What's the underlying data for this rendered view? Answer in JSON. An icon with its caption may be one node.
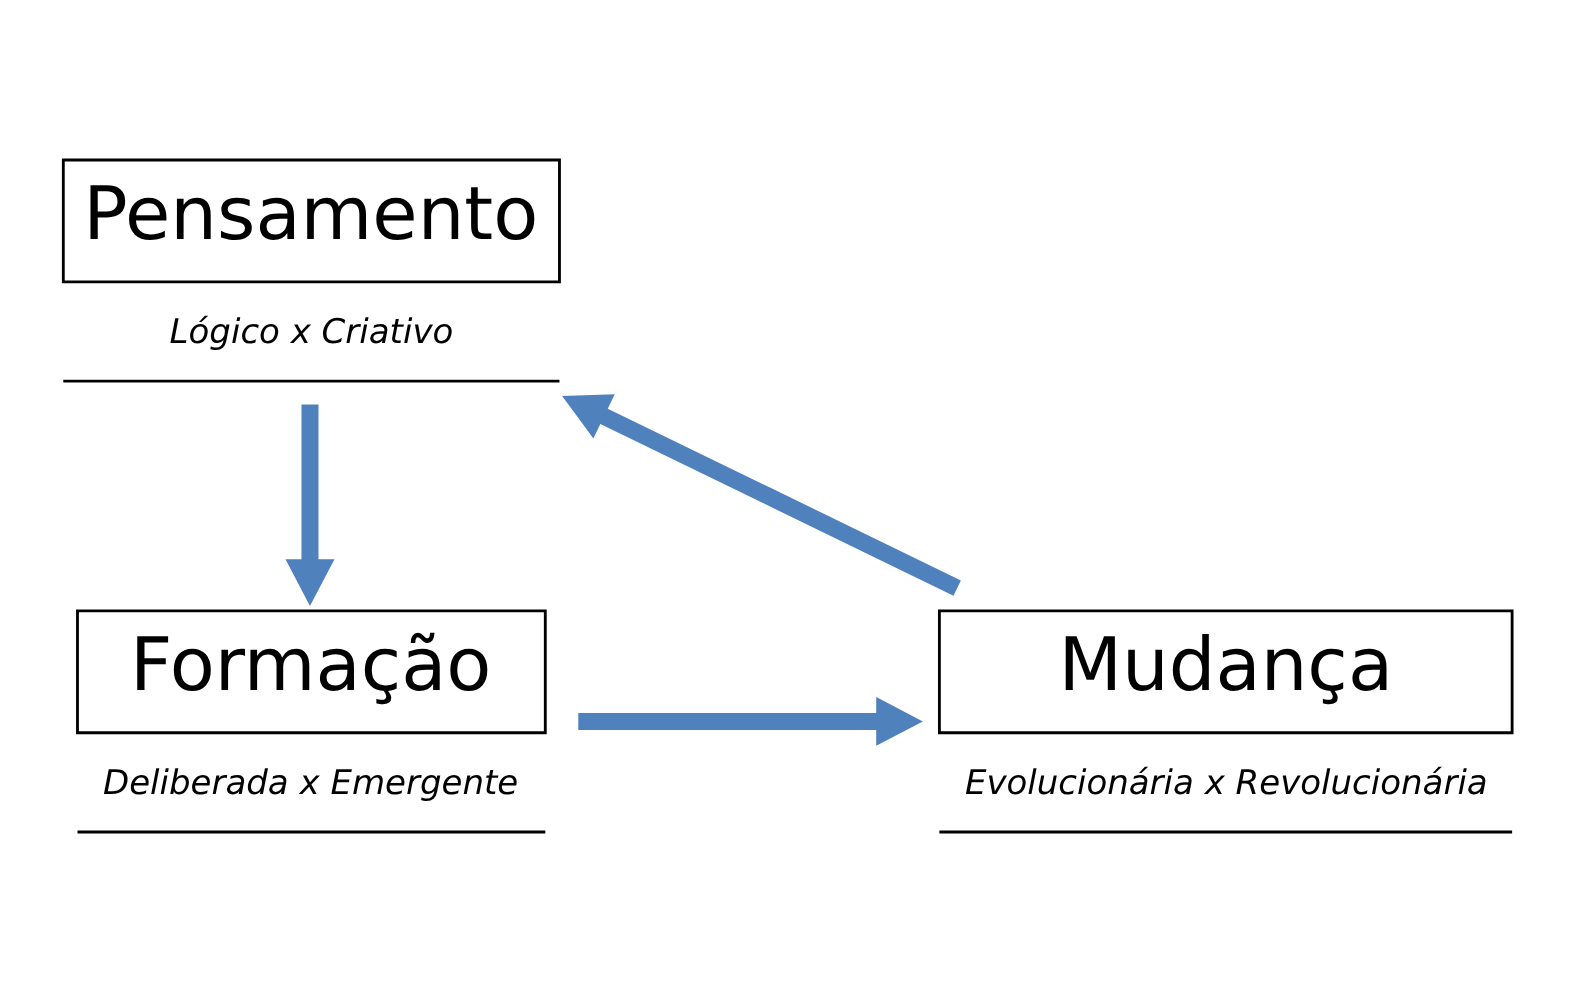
{
  "diagram": {
    "nodes": [
      {
        "text": [
          "Pensamento"
        ],
        "beside": [
          "Lógico x Criativo"
        ]
      },
      {
        "text": [
          "Formação"
        ],
        "beside": [
          "Deliberada x Emergente"
        ]
      },
      {
        "text": [
          "Mudança"
        ],
        "beside": [
          "Evolucionária x Revolucionária"
        ]
      }
    ],
    "edges": [
      {
        "from": 0,
        "to": 1,
        "arrow": "to"
      },
      {
        "from": 1,
        "to": 2,
        "arrow": "to"
      },
      {
        "from": 2,
        "to": 0,
        "arrow": "to"
      }
    ]
  }
}
